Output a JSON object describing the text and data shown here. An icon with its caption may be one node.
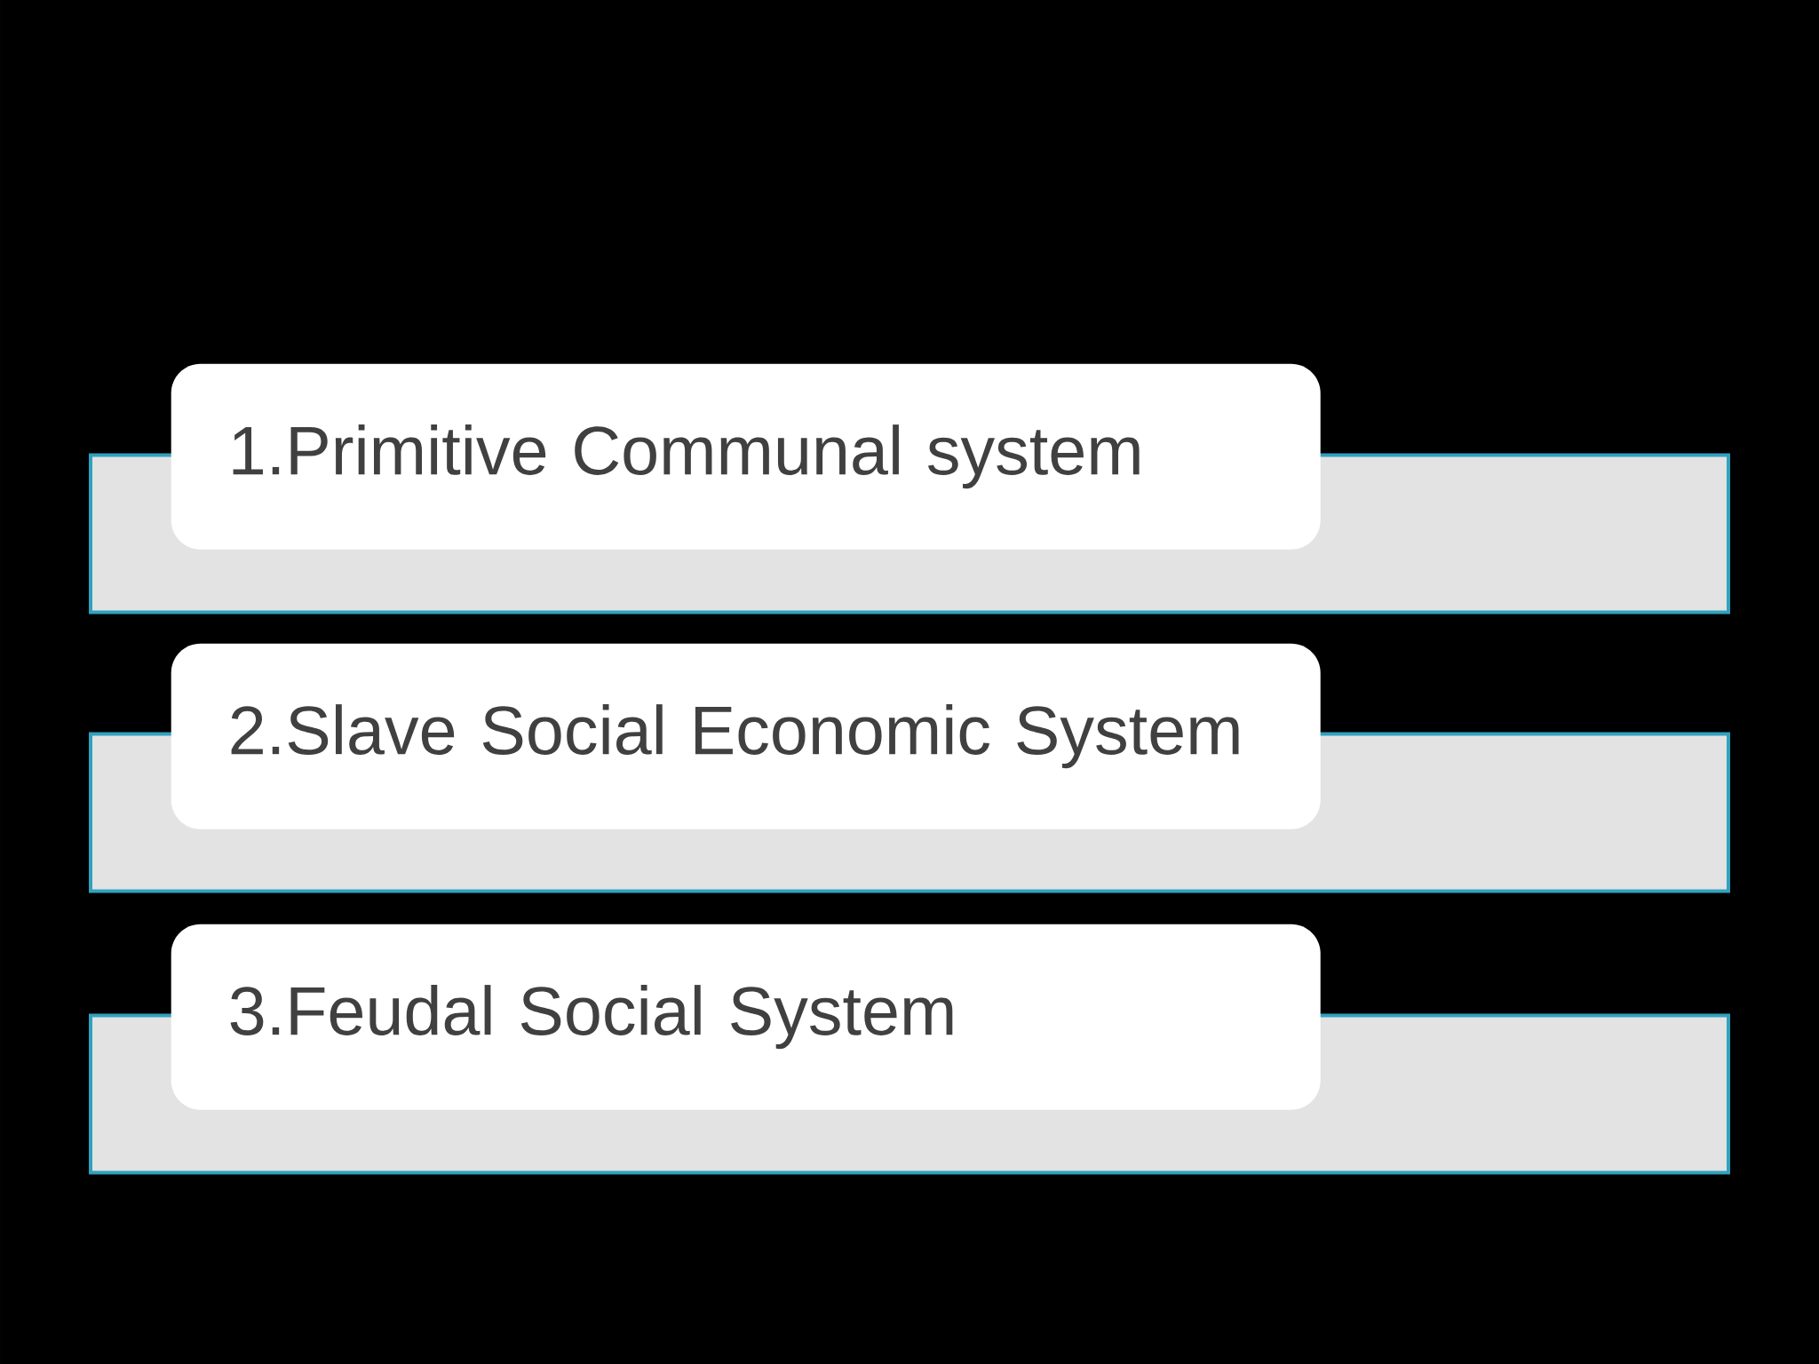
{
  "diagram": {
    "nodes": [
      {
        "text": [
          "1.Primitive Communal system"
        ]
      },
      {
        "text": [],
        "shape": "bar"
      },
      {
        "text": [
          "2.Slave Social Economic System"
        ]
      },
      {
        "text": [],
        "shape": "bar"
      },
      {
        "text": [
          "3.Feudal Social System"
        ]
      },
      {
        "text": [],
        "shape": "bar"
      }
    ]
  }
}
